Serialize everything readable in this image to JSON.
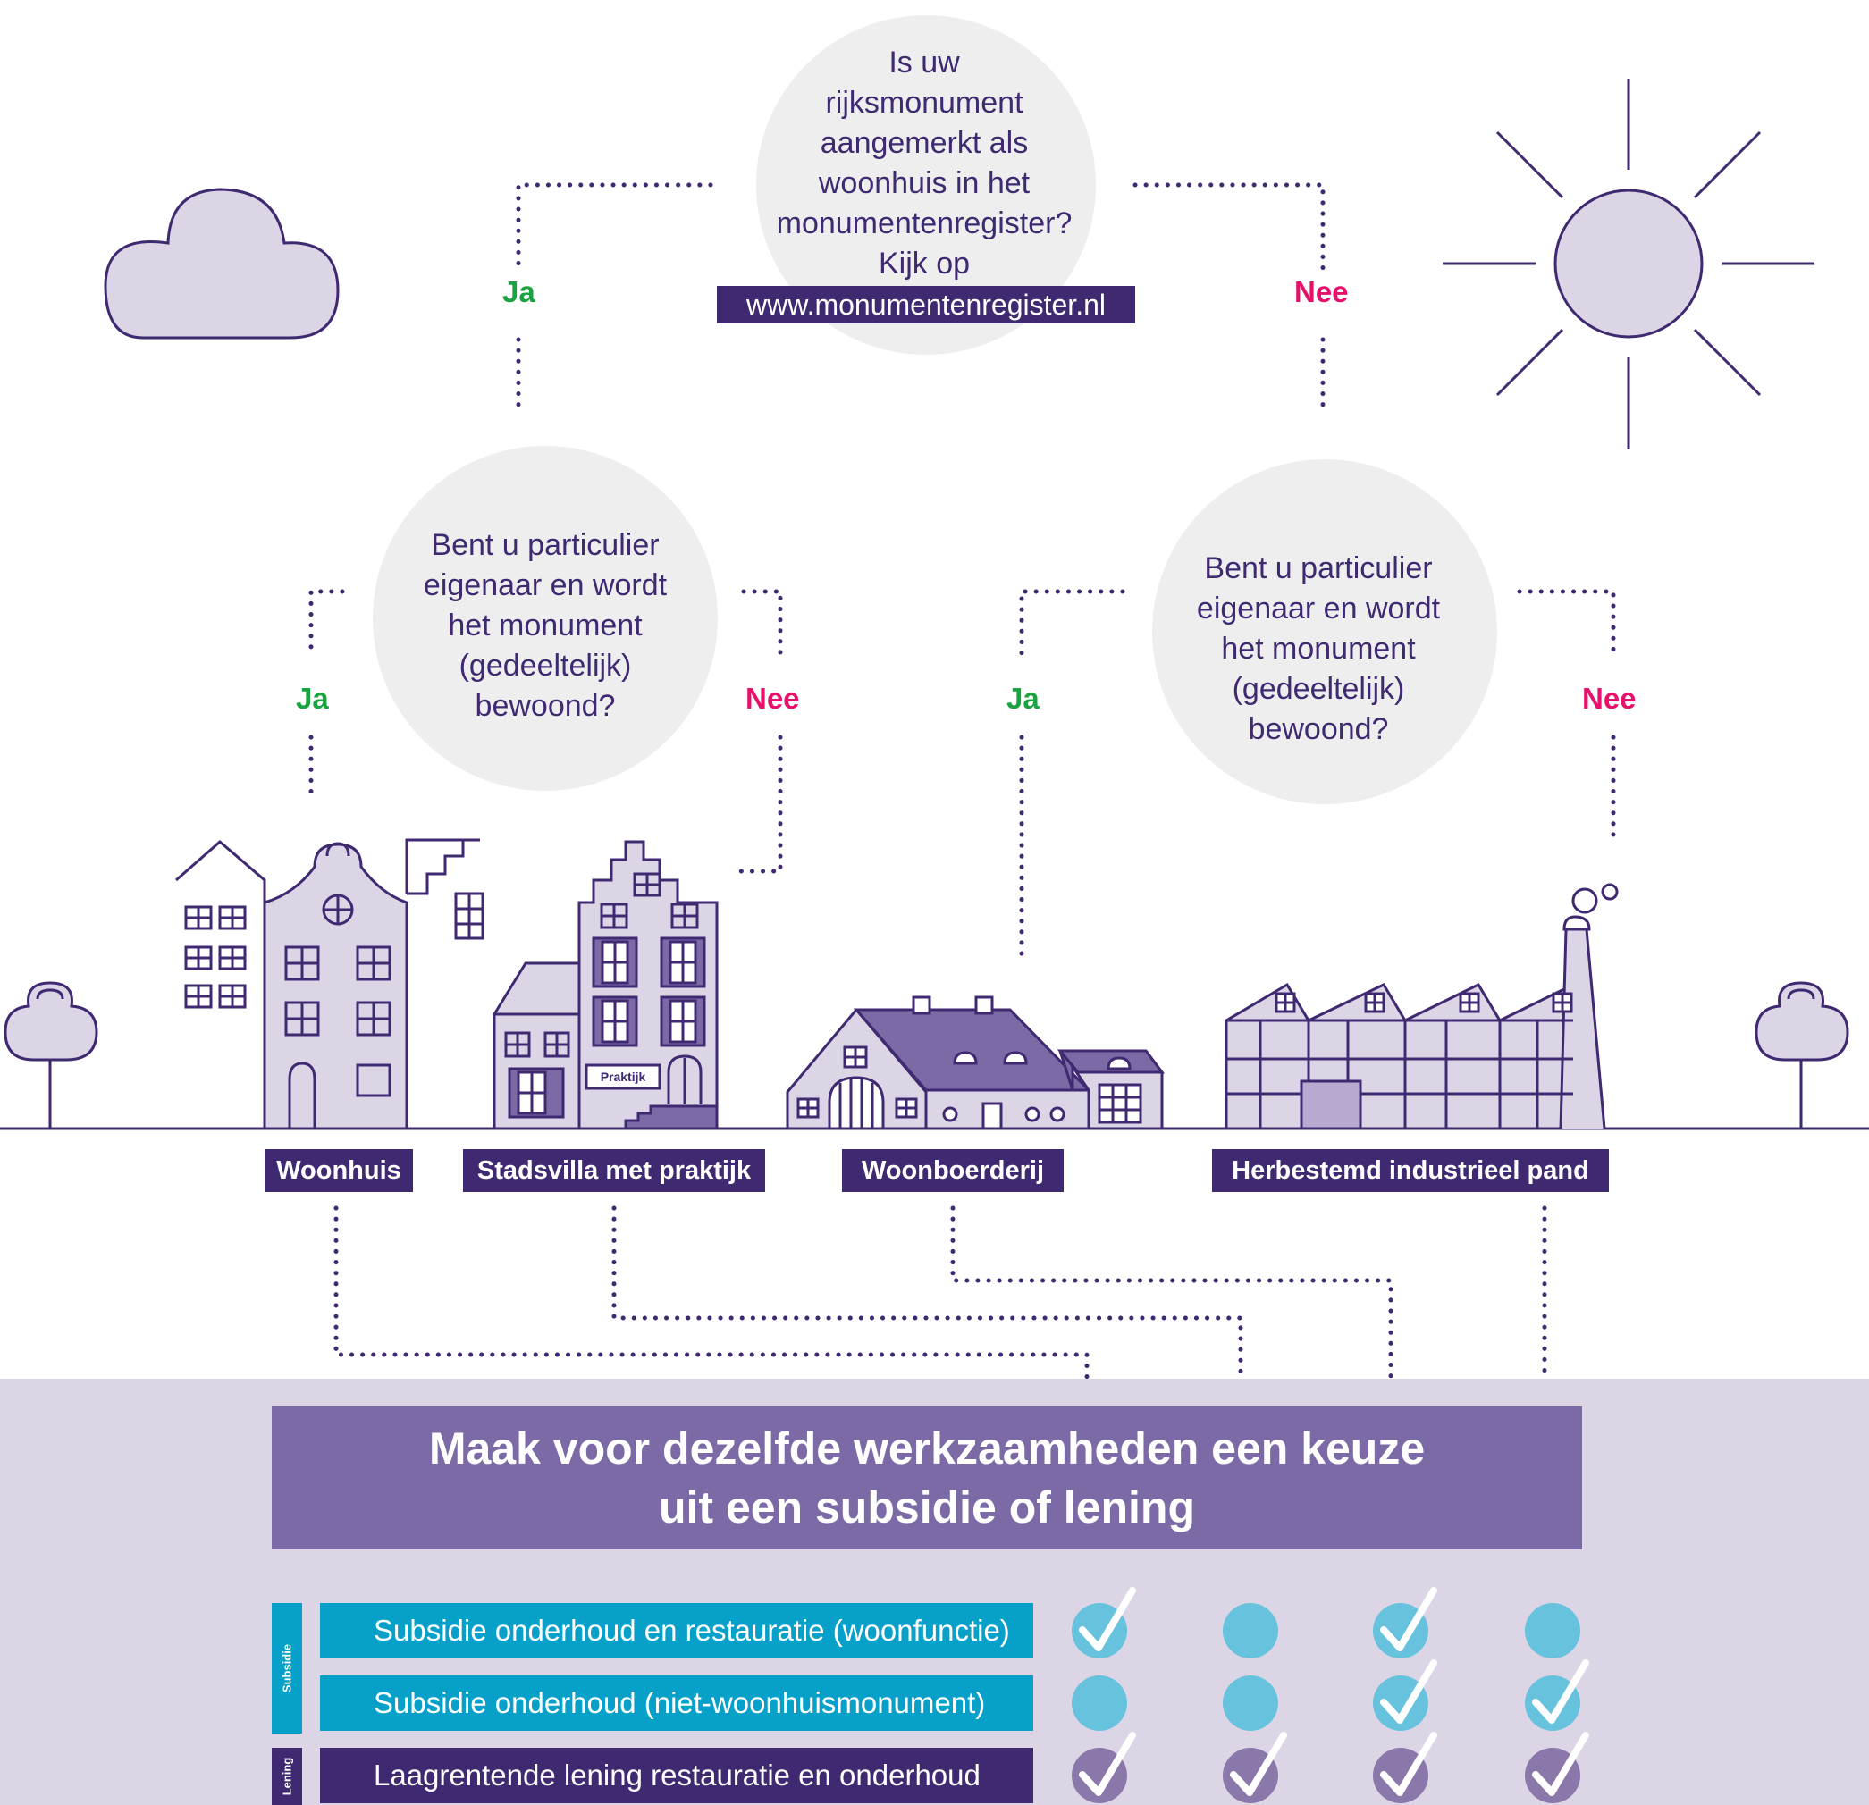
{
  "question_top": {
    "lines": [
      "Is uw",
      "rijksmonument",
      "aangemerkt als",
      "woonhuis in het",
      "monumentenregister?",
      "Kijk op"
    ],
    "url": "www.monumentenregister.nl"
  },
  "question_left": {
    "lines": [
      "Bent u particulier",
      "eigenaar en wordt",
      "het monument",
      "(gedeeltelijk)",
      "bewoond?"
    ]
  },
  "question_right": {
    "lines": [
      "Bent u particulier",
      "eigenaar en wordt",
      "het monument",
      "(gedeeltelijk)",
      "bewoond?"
    ]
  },
  "answers": {
    "top_yes": "Ja",
    "top_no": "Nee",
    "left_yes": "Ja",
    "left_no": "Nee",
    "right_yes": "Ja",
    "right_no": "Nee"
  },
  "buildings": {
    "woonhuis": "Woonhuis",
    "stadsvilla": "Stadsvilla met praktijk",
    "woonboerderij": "Woonboerderij",
    "industrieel": "Herbestemd industrieel pand",
    "praktijk_sign": "Praktijk"
  },
  "banner": {
    "line1": "Maak voor dezelfde werkzaamheden een keuze",
    "line2": "uit een subsidie of lening"
  },
  "side_labels": {
    "subsidie": "Subsidie",
    "lening": "Lening"
  },
  "rows": [
    {
      "label": "Subsidie onderhoud en restauratie (woonfunctie)",
      "checks": [
        true,
        false,
        true,
        false
      ]
    },
    {
      "label": "Subsidie onderhoud (niet-woonhuismonument)",
      "checks": [
        false,
        false,
        true,
        true
      ]
    },
    {
      "label": "Laagrentende lening restauratie en onderhoud",
      "checks": [
        true,
        true,
        true,
        true
      ]
    }
  ],
  "colors": {
    "primary_purple": "#3f2a72",
    "banner_purple": "#7c6aa6",
    "light_purple": "#dcd5e6",
    "circle_grey": "#eeeeee",
    "subsidie_blue": "#06a0c8",
    "dot_blue": "#66c2dd",
    "dot_purple": "#8b78ab",
    "yes_green": "#1aa340",
    "no_pink": "#e6116b"
  }
}
